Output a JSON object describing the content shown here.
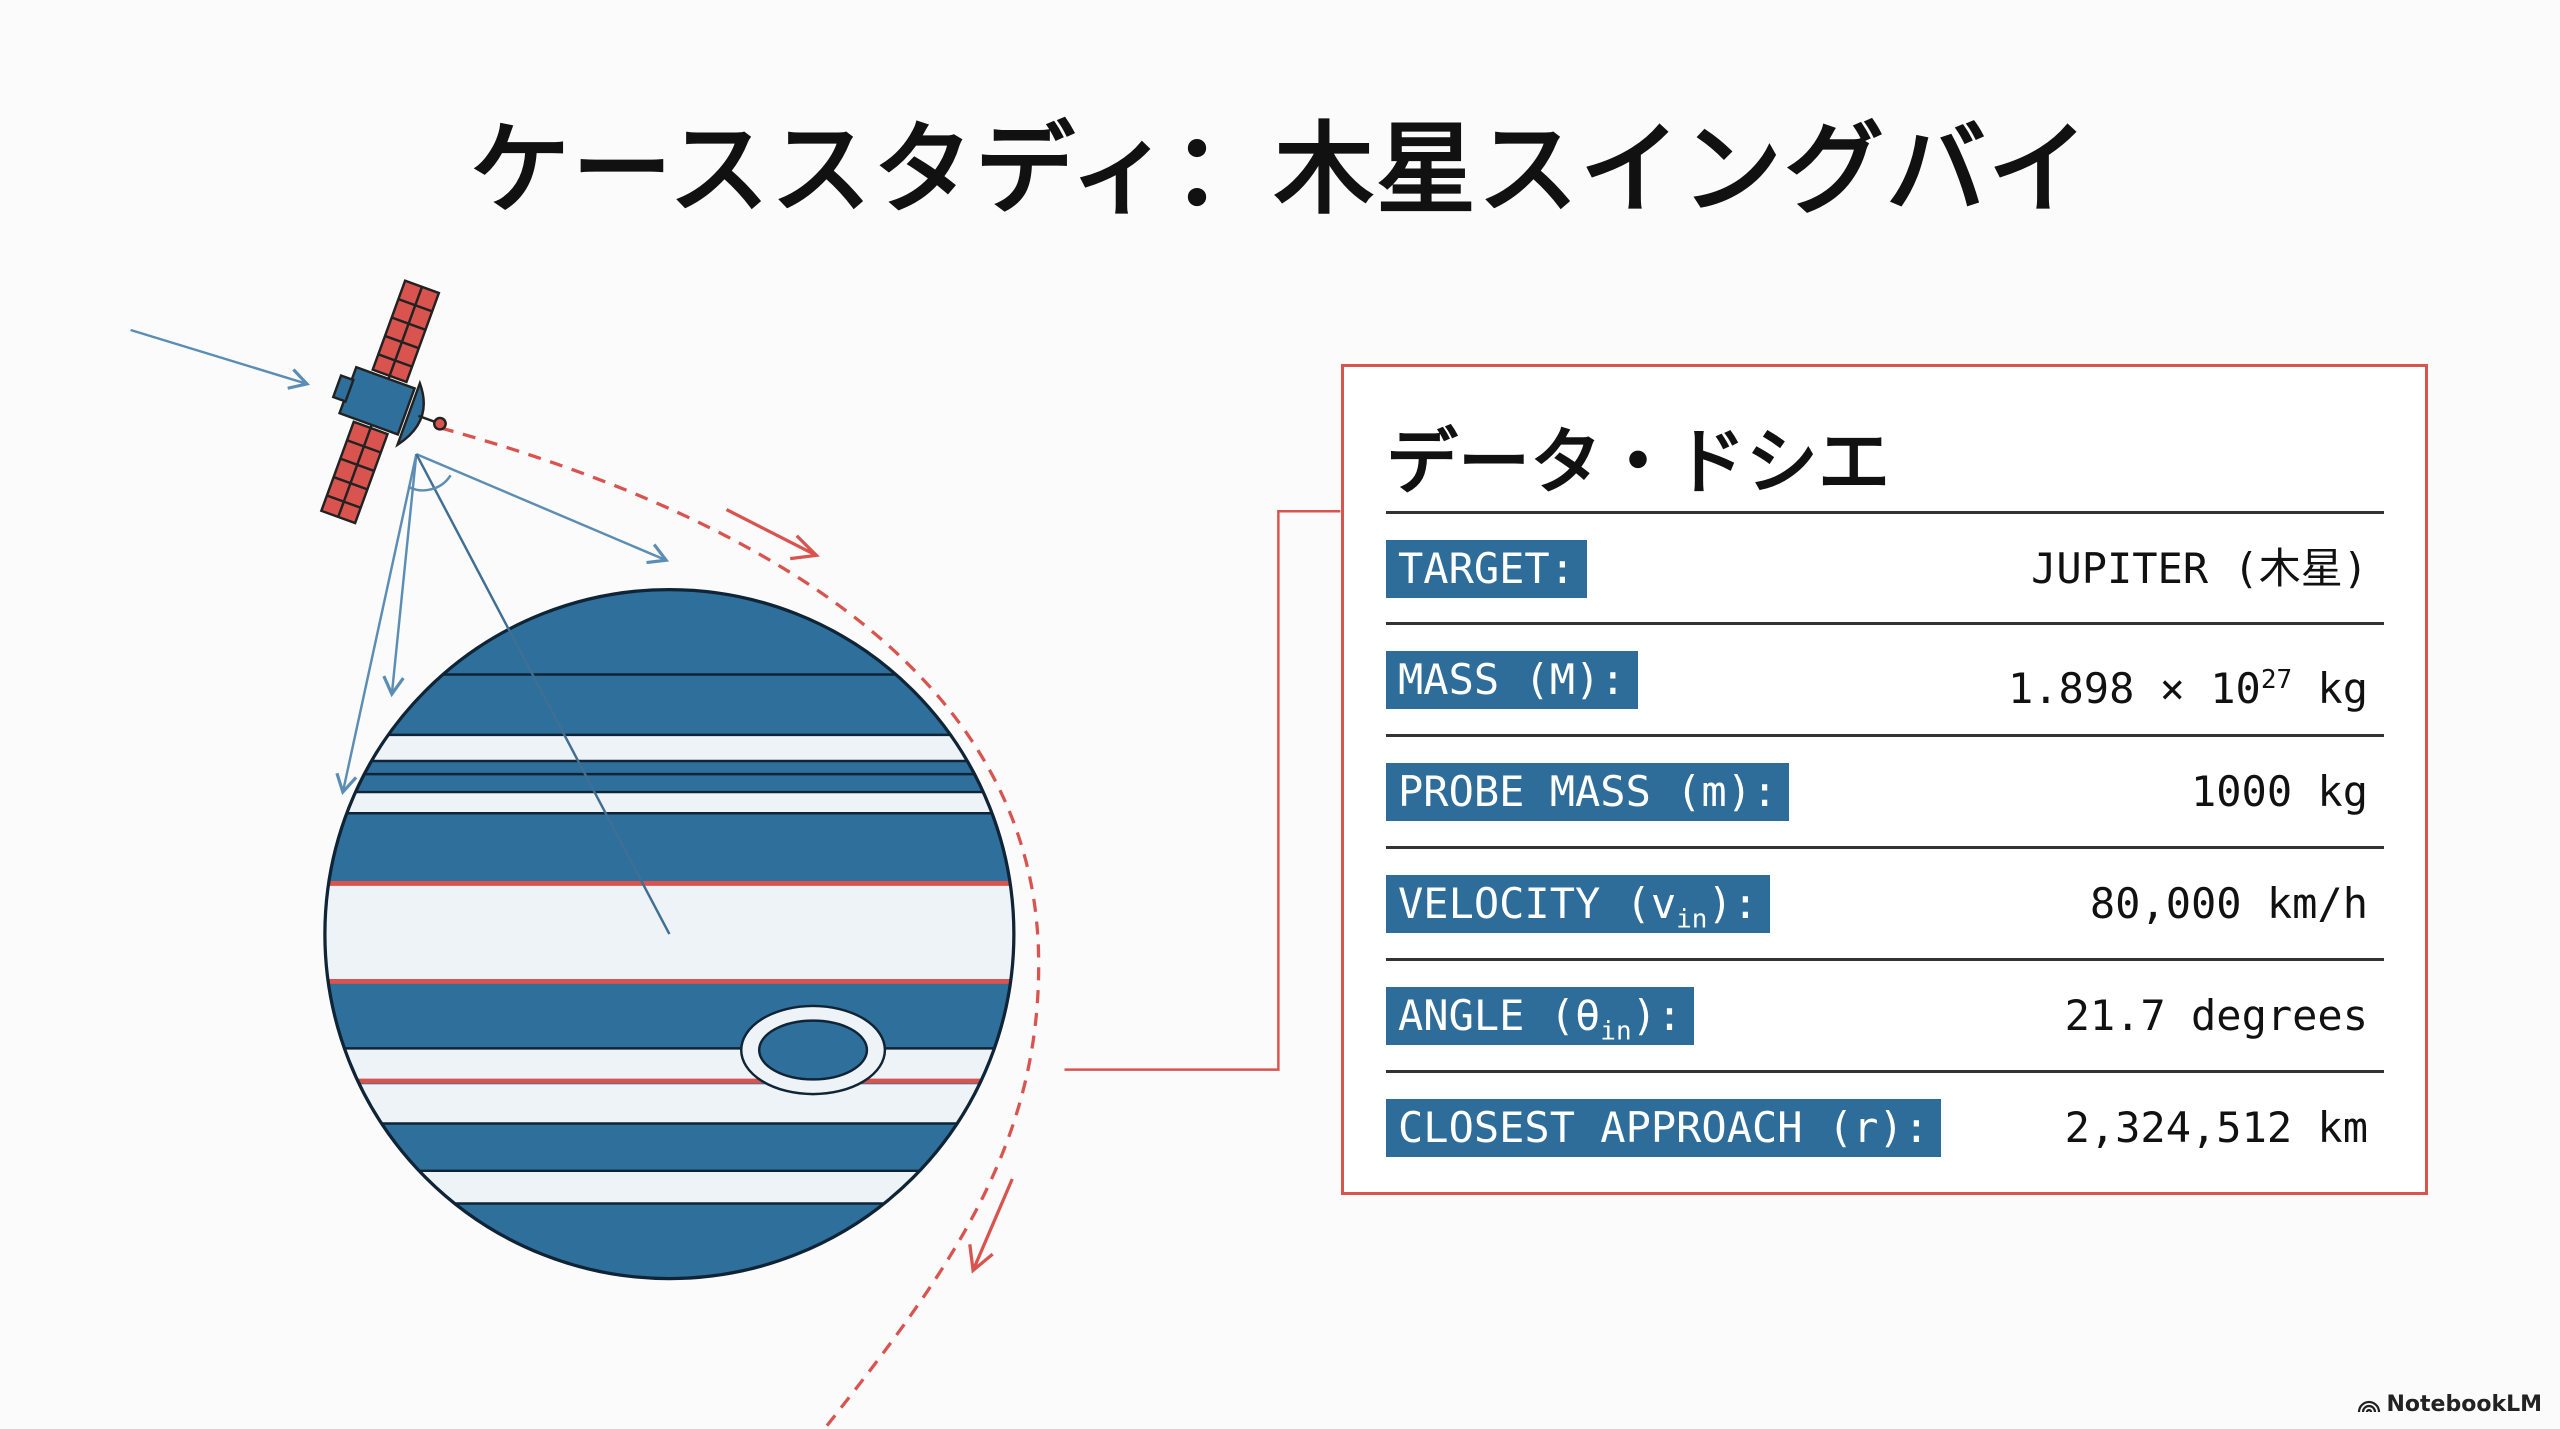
{
  "title": "ケーススタディ：木星スイングバイ",
  "dossier": {
    "title": "データ・ドシエ",
    "rows": [
      {
        "label": "TARGET:",
        "value": "JUPITER (木星)"
      },
      {
        "label": "MASS (M):",
        "value_base": "1.898 × 10",
        "value_exp": "27",
        "value_unit": " kg"
      },
      {
        "label": "PROBE MASS (m):",
        "value": "1000 kg"
      },
      {
        "label_pre": "VELOCITY (v",
        "label_sub": "in",
        "label_post": "):",
        "value": "80,000 km/h"
      },
      {
        "label_pre": "ANGLE (θ",
        "label_sub": "in",
        "label_post": "):",
        "value": "21.7 degrees"
      },
      {
        "label": "CLOSEST APPROACH (r):",
        "value": "2,324,512 km"
      }
    ]
  },
  "branding": {
    "name": "NotebookLM"
  },
  "colors": {
    "blue": "#2e6d99",
    "red": "#d9534f",
    "light_blue": "#5b8db5"
  }
}
